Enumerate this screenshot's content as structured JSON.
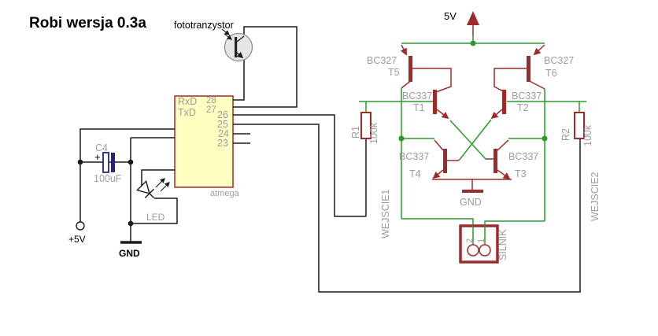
{
  "title": "Robi wersja 0.3a",
  "colors": {
    "wire_green": "#2b9a2b",
    "symbol_red": "#9e2b2b",
    "label_gray": "#9c9c9c",
    "mcu_fill": "#ffffc2",
    "cap_navy": "#232378"
  },
  "labels": {
    "phototransistor": "fototranzystor",
    "supply_rail": "5V",
    "vcc_terminal": "+5V",
    "gnd_left": "GND",
    "gnd_bridge": "GND",
    "led": "LED",
    "input1": "WEJSCIE1",
    "input2": "WEJSCIE2",
    "motor": "SILNIK",
    "motor_pin1": "1",
    "motor_pin2": "2"
  },
  "mcu": {
    "name": "atmega",
    "rxd": "RxD",
    "txd": "TxD",
    "pin28": "28",
    "pin27": "27",
    "pin26": "26",
    "pin25": "25",
    "pin24": "24",
    "pin23": "23"
  },
  "capacitor": {
    "ref": "C4",
    "value": "100uF",
    "plus": "+"
  },
  "resistors": {
    "r1_ref": "R1",
    "r1_value": "100k",
    "r2_ref": "R2",
    "r2_value": "100k"
  },
  "transistors": {
    "t5_part": "BC327",
    "t5_ref": "T5",
    "t6_part": "BC327",
    "t6_ref": "T6",
    "t1_part": "BC337",
    "t1_ref": "T1",
    "t2_part": "BC337",
    "t2_ref": "T2",
    "t4_part": "BC337",
    "t4_ref": "T4",
    "t3_part": "BC337",
    "t3_ref": "T3"
  }
}
